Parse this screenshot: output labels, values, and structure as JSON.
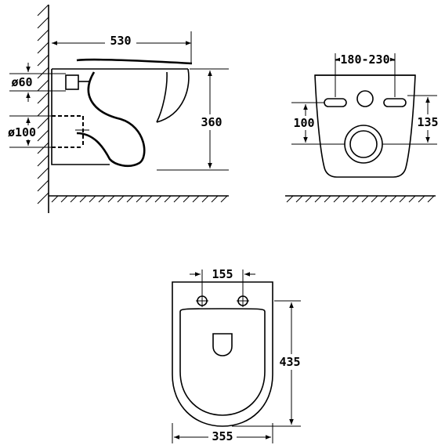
{
  "side_view": {
    "width_label": "530",
    "height_label": "360",
    "drain_label": "ø60",
    "outlet_label": "ø100"
  },
  "rear_view": {
    "spacing_label": "-180-230-",
    "left_height_label": "100",
    "right_height_label": "135"
  },
  "top_view": {
    "bolt_spacing_label": "155",
    "length_label": "435",
    "width_label": "355"
  }
}
